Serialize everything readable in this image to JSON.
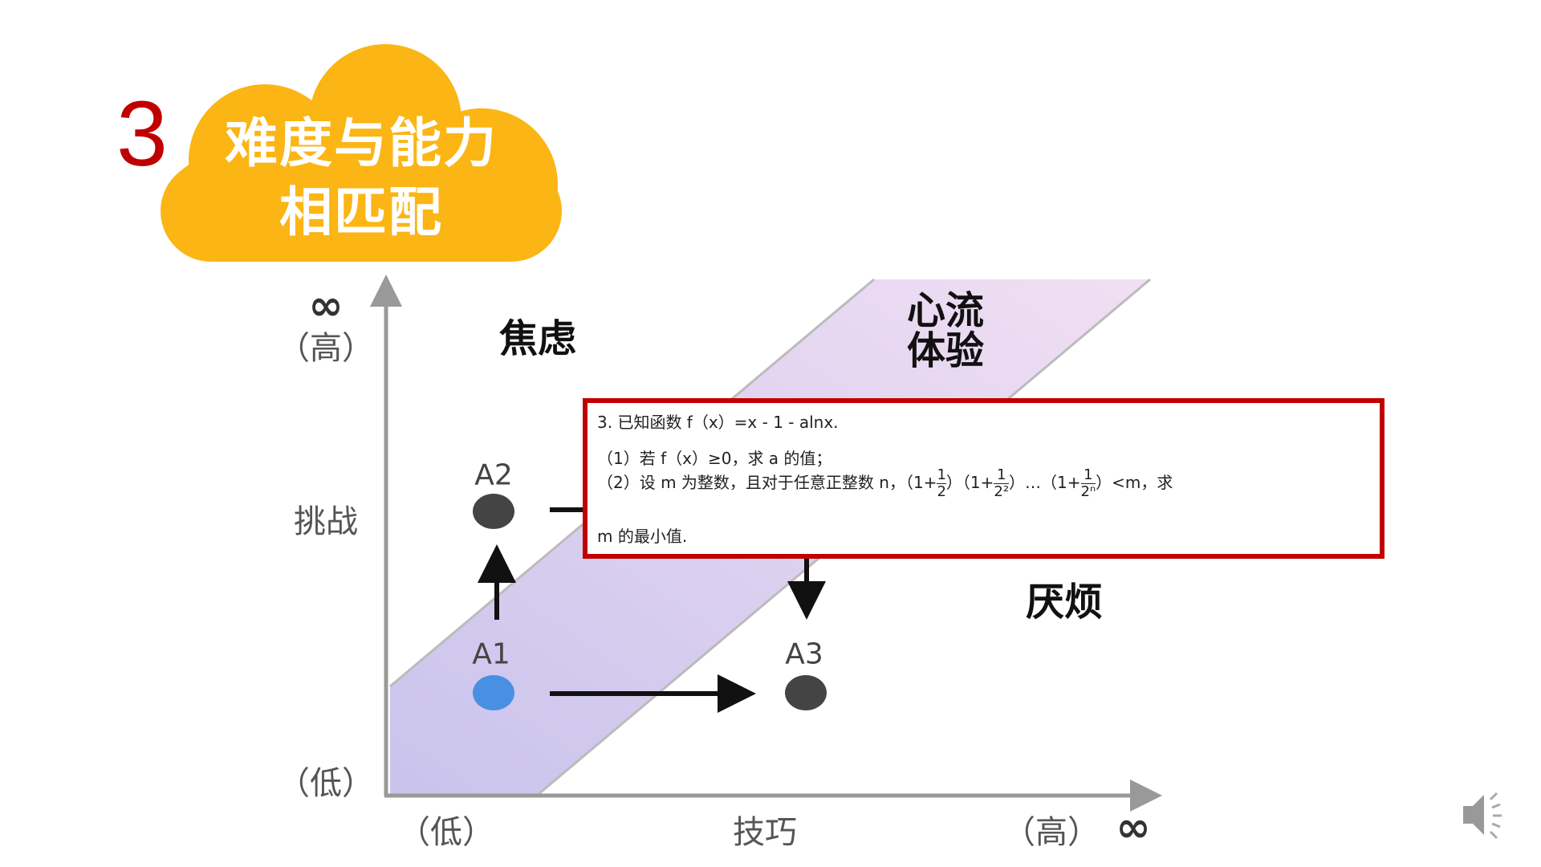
{
  "slide_number": "3",
  "cloud": {
    "line1": "难度与能力",
    "line2": "相匹配",
    "color": "#fbb514"
  },
  "y_axis": {
    "infinity": "∞",
    "high": "（高）",
    "label": "挑战",
    "low": "（低）"
  },
  "x_axis": {
    "low": "（低）",
    "label": "技巧",
    "high": "（高）",
    "infinity": "∞"
  },
  "zones": {
    "anxiety": "焦虑",
    "flow_line1": "心流",
    "flow_line2": "体验",
    "boredom": "厌烦"
  },
  "points": {
    "a1": "A1",
    "a2": "A2",
    "a3": "A3",
    "a1_color": "#4a90e2",
    "other_color": "#444444"
  },
  "problem": {
    "line1": "3. 已知函数 f（x）=x - 1 - alnx.",
    "line2": "（1）若 f（x）≥0，求 a 的值；",
    "line3_prefix": "（2）设 m 为整数，且对于任意正整数 n，（1+",
    "frac1_num": "1",
    "frac1_den": "2",
    "mid1": "）（1+",
    "frac2_num": "1",
    "frac2_den": "2²",
    "mid2": "）…（1+",
    "frac3_num": "1",
    "frac3_den": "2ⁿ",
    "line3_suffix": "）<m，求",
    "line4": "m 的最小值."
  },
  "speaker": "speaker-icon"
}
